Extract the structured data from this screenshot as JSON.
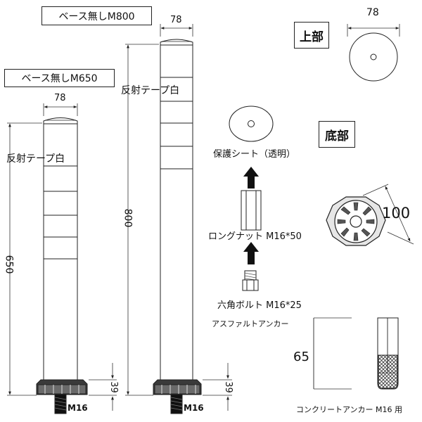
{
  "titles": {
    "m800": "ベース無しM800",
    "m650": "ベース無しM650",
    "top": "上部",
    "bottom": "底部"
  },
  "dims": {
    "w78_a": "78",
    "w78_b": "78",
    "w78_top": "78",
    "h650": "650",
    "h800": "800",
    "base39_a": "39",
    "base39_b": "39",
    "d100": "100",
    "h65": "65"
  },
  "labels": {
    "tape_a": "反射テープ白",
    "tape_b": "反射テープ白",
    "sheet": "保護シート（透明）",
    "nut": "ロングナット M16*50",
    "bolt": "六角ボルト M16*25",
    "asphalt": "アスファルトアンカー",
    "concrete": "コンクリートアンカー M16 用",
    "m16_a": "M16",
    "m16_b": "M16"
  }
}
